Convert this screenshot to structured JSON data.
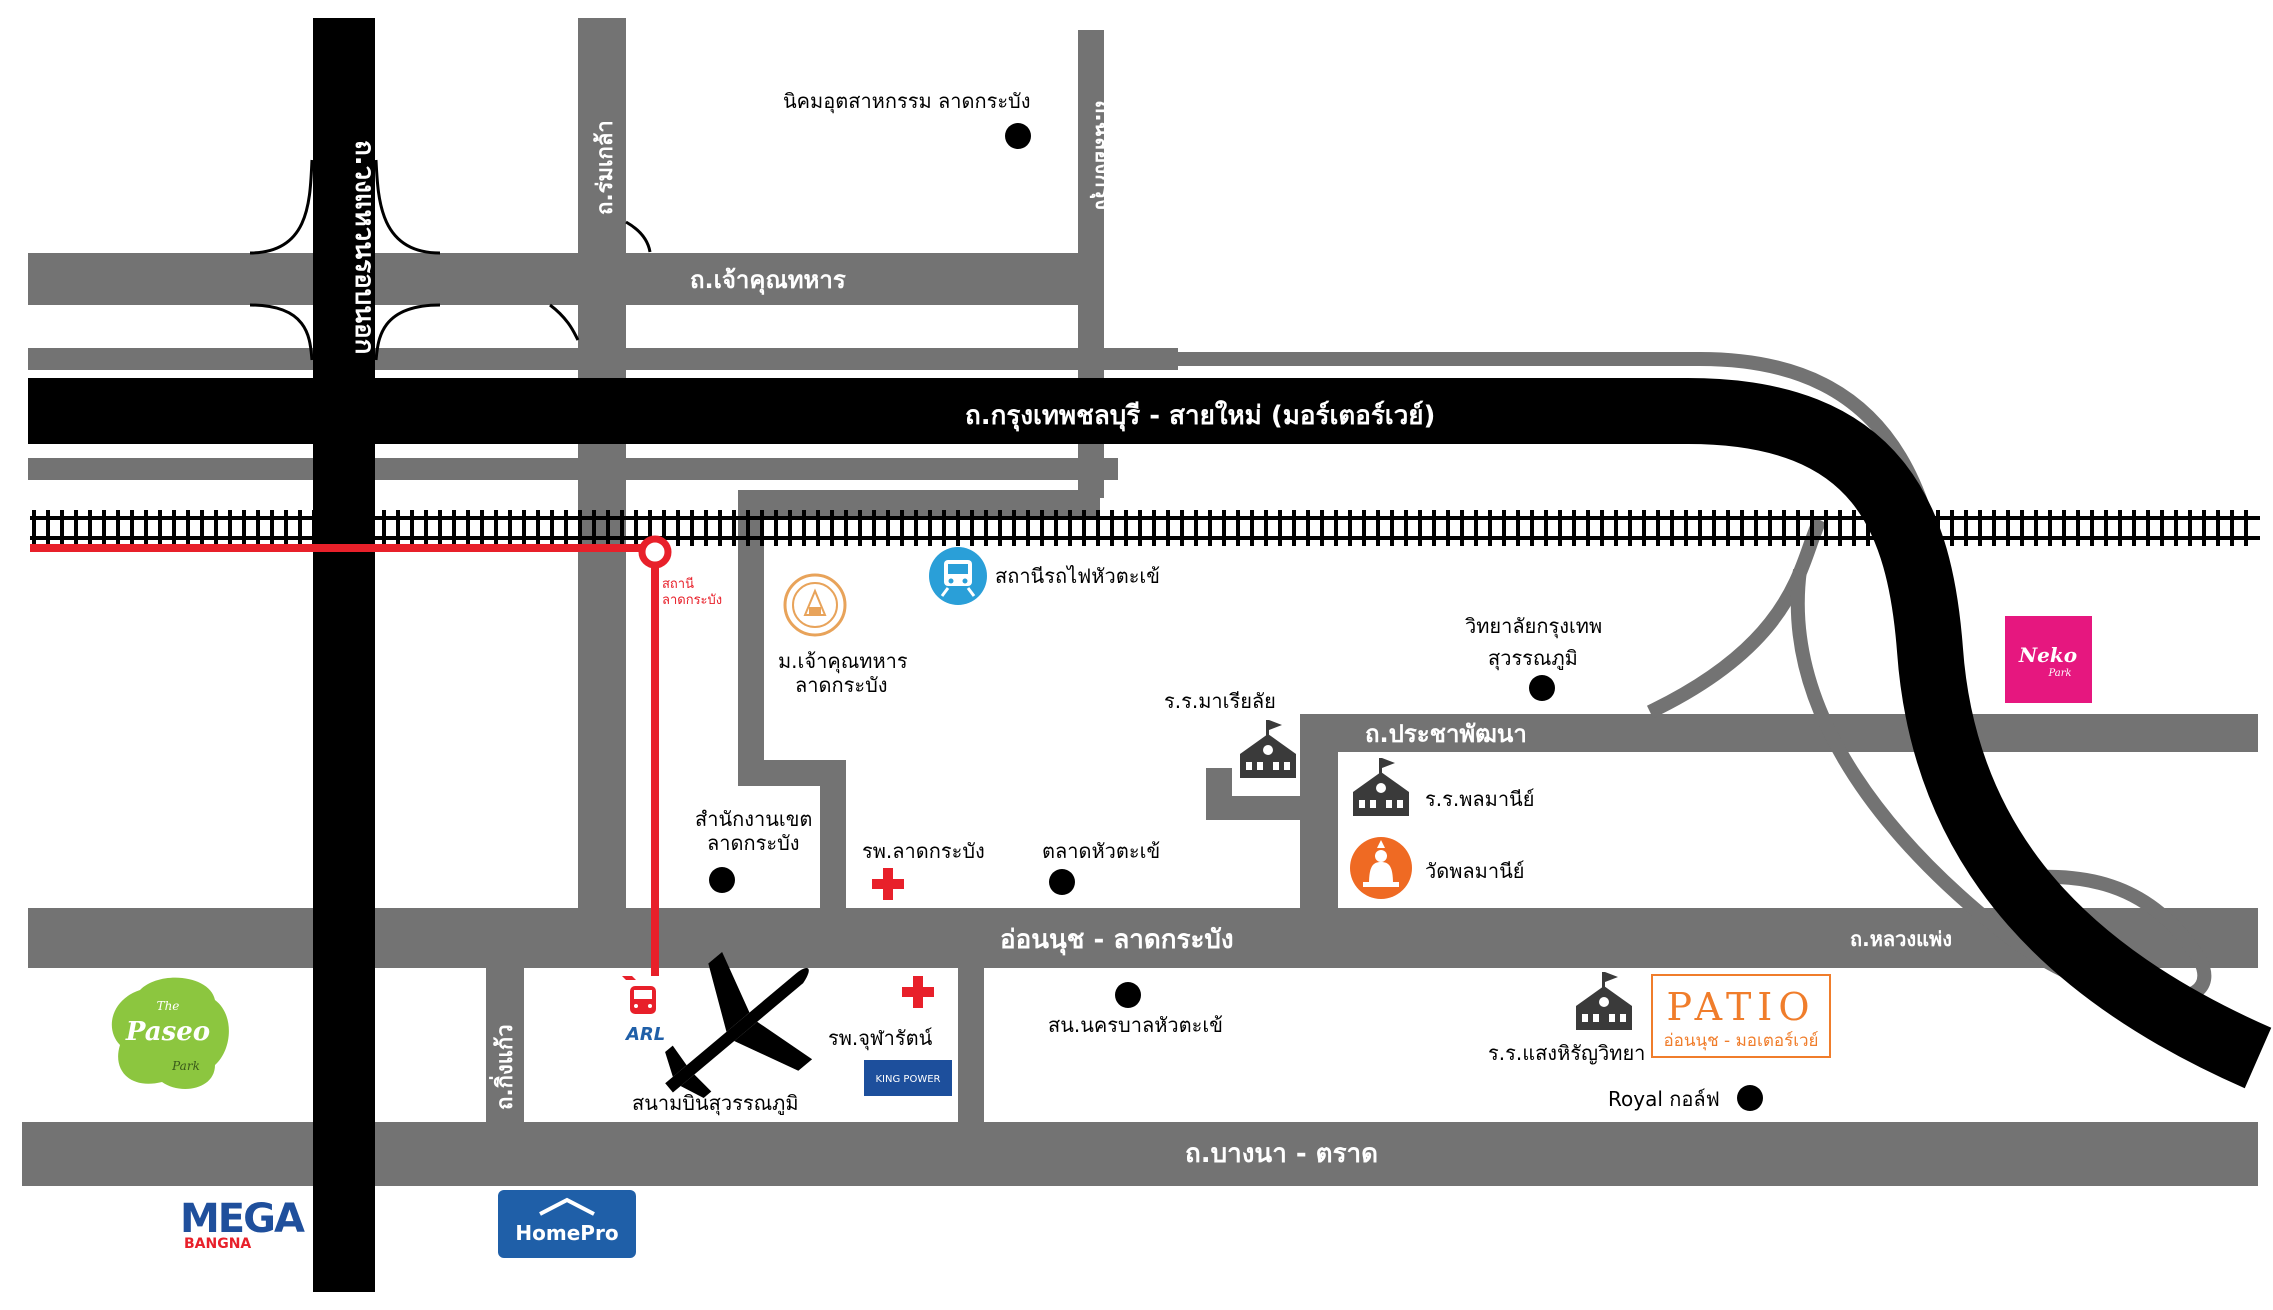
{
  "roads": {
    "motorway": "ถ.กรุงเทพชลบุรี - สายใหม่ (มอร์เตอร์เวย์)",
    "chao_khun_thahan": "ถ.เจ้าคุณทหาร",
    "on_nut_lat_krabang": "อ่อนนุช - ลาดกระบัง",
    "bangna_trat": "ถ.บางนา - ตราด",
    "pracha_phatthana": "ถ.ประชาพัฒนา",
    "luang_phaeng": "ถ.หลวงแพ่ง",
    "ring_road": "ถ.วงแหวนรอบนอก",
    "rom_klao": "ถ.ร่มเกล้า",
    "chalong_krung": "ถ.ฉลองกรุง",
    "king_kaeo": "ถ.กิ่งแก้ว"
  },
  "pois": {
    "industrial_estate": "นิคมอุตสาหกรรม ลาดกระบัง",
    "station_name_1": "สถานี",
    "station_name_2": "ลาดกระบัง",
    "train_station": "สถานีรถไฟหัวตะเข้",
    "kmitl_1": "ม.เจ้าคุณทหาร",
    "kmitl_2": "ลาดกระบัง",
    "college_1": "วิทยาลัยกรุงเทพ",
    "college_2": "สุวรรณภูมิ",
    "mariyalai": "ร.ร.มาเรียลัย",
    "district_office_1": "สำนักงานเขต",
    "district_office_2": "ลาดกระบัง",
    "lat_krabang_hospital": "รพ.ลาดกระบัง",
    "hua_takhe_market": "ตลาดหัวตะเข้",
    "phonmanee": "ร.ร.พลมานีย์",
    "wat_phonmaree": "วัดพลมานีย์",
    "chularat_hospital": "รพ.จุฬารัตน์",
    "municipal": "สน.นครบาลหัวตะเข้",
    "saeng_hiran": "ร.ร.แสงหิรัญวิทยา",
    "airport": "สนามบินสุวรรณภูมิ",
    "royal_golf": "Royal กอล์ฟ"
  },
  "logos": {
    "patio_title": "PATIO",
    "patio_sub": "อ่อนนุช - มอเตอร์เวย์",
    "neko_1": "Neko",
    "neko_2": "Park",
    "paseo_1": "The",
    "paseo_2": "Paseo",
    "paseo_3": "Park",
    "mega_1": "MEGA",
    "mega_2": "BANGNA",
    "homepro": "HomePro",
    "king_power": "KING POWER",
    "arl": "ARL"
  },
  "colors": {
    "road_gray": "#737373",
    "motorway_black": "#000000",
    "arl_red": "#e8202a",
    "train_blue": "#2a9fd8",
    "temple_orange": "#ef6a23",
    "neko_pink": "#e6177f",
    "paseo_green": "#8cc63f",
    "homepro_blue": "#1f5fa8",
    "kingpower_blue": "#1d4f9c",
    "patio_orange": "#f07d2b"
  }
}
